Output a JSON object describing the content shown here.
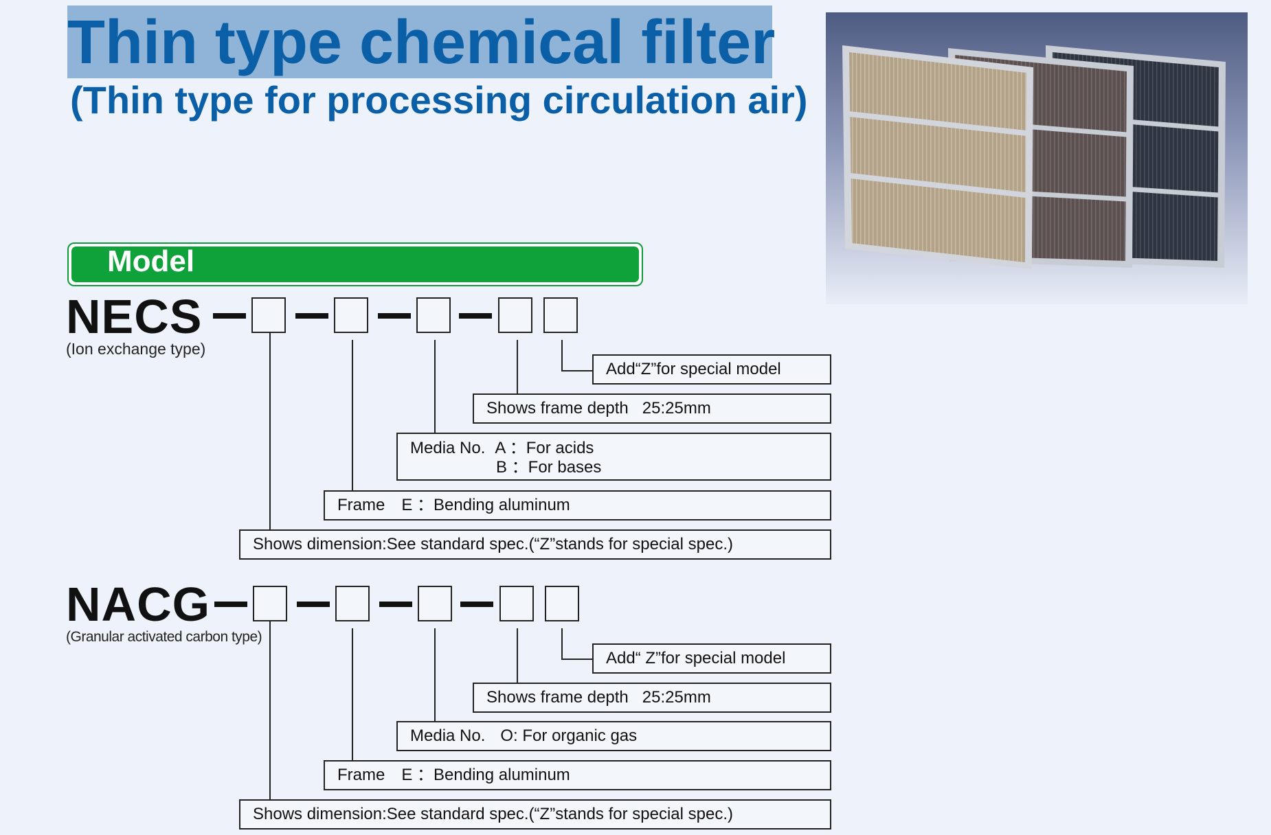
{
  "header": {
    "title": "Thin type chemical filter",
    "subtitle": "(Thin type for processing circulation air)"
  },
  "section": {
    "label": "Model"
  },
  "models": [
    {
      "code": "NECS",
      "type_label": "(Ion exchange type)",
      "labels": {
        "special": "Add“Z”for special model",
        "depth_text": "Shows frame depth",
        "depth_value": "25:25mm",
        "media_text": "Media No.",
        "media_line1": "A ：For acids",
        "media_line2": "B ：For bases",
        "frame_text": "Frame",
        "frame_value": "E ：Bending aluminum",
        "dimension": "Shows dimension:See standard spec.(“Z”stands for special spec.)"
      }
    },
    {
      "code": "NACG",
      "type_label": "(Granular activated carbon type)",
      "labels": {
        "special": "Add“ Z”for special model",
        "depth_text": "Shows frame depth",
        "depth_value": "25:25mm",
        "media_text": "Media No.",
        "media_line1": "O: For organic gas",
        "frame_text": "Frame",
        "frame_value": "E ：Bending aluminum",
        "dimension": "Shows dimension:See standard spec.(“Z”stands for special spec.)"
      }
    }
  ],
  "colors": {
    "title": "#0a5fa6",
    "title_highlight": "#8fb4d8",
    "model_bar": "#10a23a",
    "background": "#eef3fb"
  },
  "photo": {
    "subject": "three thin chemical filter panels"
  }
}
